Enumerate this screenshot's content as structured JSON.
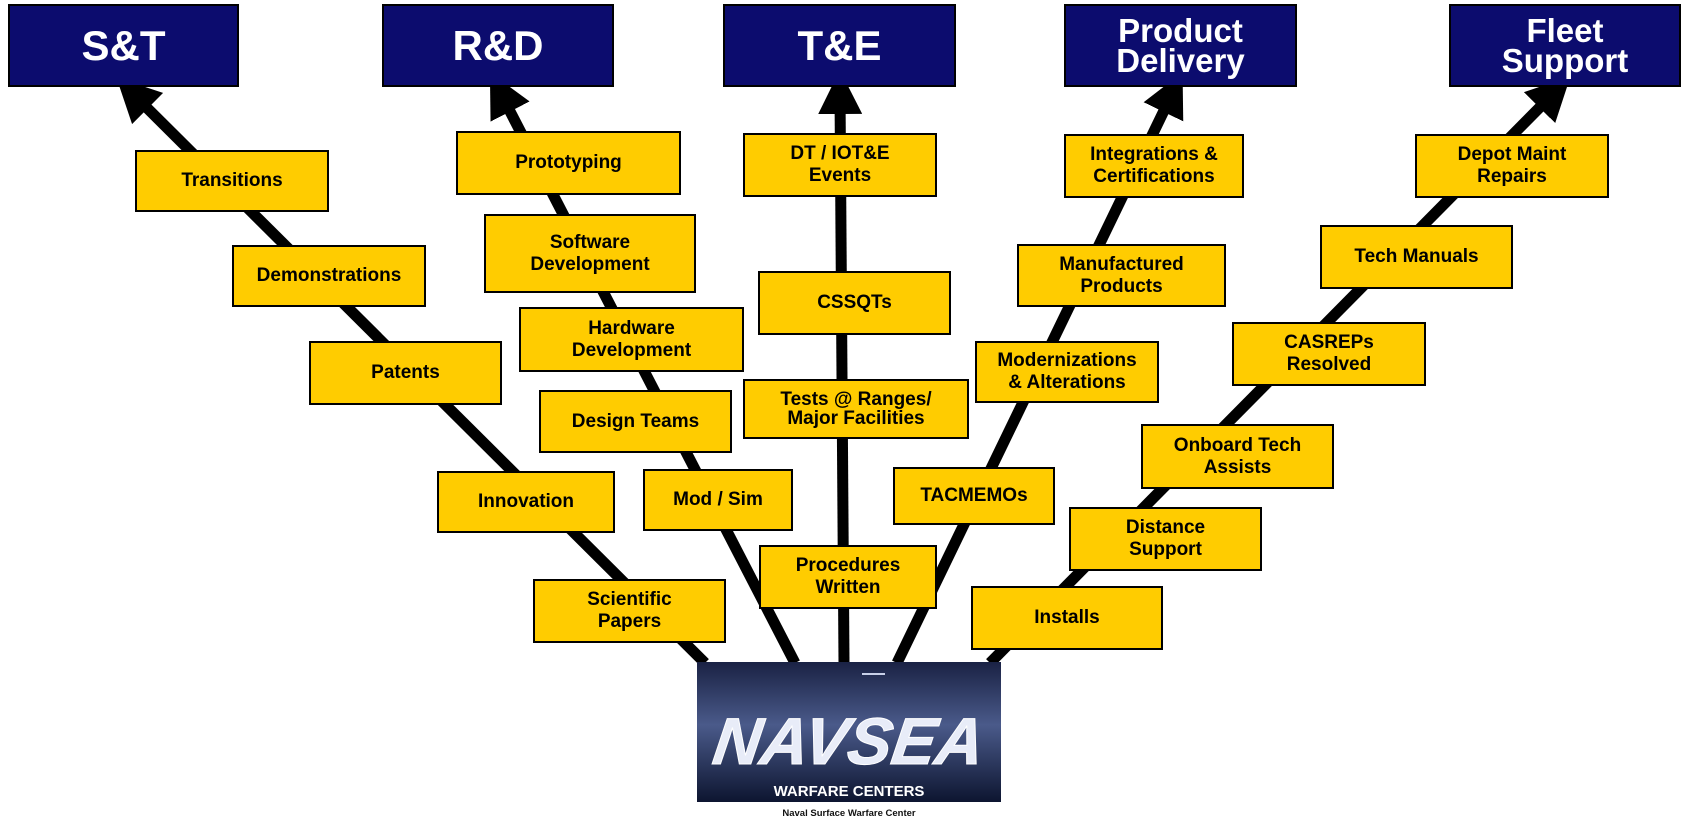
{
  "headers": {
    "st": "S&T",
    "rd": "R&D",
    "te": "T&E",
    "pd": [
      "Product",
      "Delivery"
    ],
    "fs": [
      "Fleet",
      "Support"
    ]
  },
  "branches": {
    "st": [
      "Transitions",
      "Demonstrations",
      "Patents",
      "Innovation"
    ],
    "rd": [
      "Prototyping",
      "Software Development",
      "Hardware Development",
      "Design Teams"
    ],
    "te": [
      "DT / IOT&E Events",
      "CSSQTs",
      "Tests @ Ranges/ Major Facilities",
      "Procedures Written"
    ],
    "pd": [
      "Integrations & Certifications",
      "Manufactured Products",
      "Modernizations & Alterations",
      "TACMEMOs",
      "Installs"
    ],
    "fs": [
      "Depot Maint Repairs",
      "Tech Manuals",
      "CASREPs Resolved",
      "Onboard Tech Assists",
      "Distance Support"
    ]
  },
  "center_boxes": {
    "scientific_papers": "Scientific Papers",
    "mod_sim": "Mod / Sim"
  },
  "logo": {
    "name": "NAVSEA",
    "line": "WARFARE CENTERS",
    "caption": "Naval Surface Warfare Center"
  },
  "colors": {
    "header_fill": "#0c0c6e",
    "box_fill": "#ffcc00",
    "line": "#000000"
  }
}
